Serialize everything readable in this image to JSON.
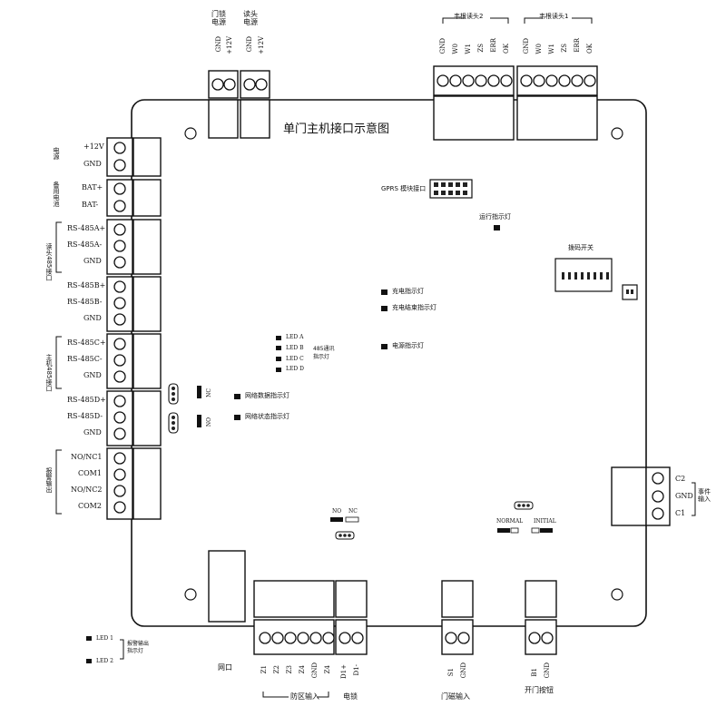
{
  "title": "单门主机接口示意图",
  "top_connectors": {
    "lock_power": {
      "group": "门锁\n电源",
      "pins": [
        "GND",
        "+12V"
      ]
    },
    "reader_power": {
      "group": "读头\n电源",
      "pins": [
        "GND",
        "+12V"
      ]
    },
    "wiegand_2": {
      "group": "韦根读头2",
      "pins": [
        "GND",
        "W0",
        "W1",
        "ZS",
        "ERR",
        "OK"
      ]
    },
    "wiegand_1": {
      "group": "韦根读头1",
      "pins": [
        "GND",
        "W0",
        "W1",
        "ZS",
        "ERR",
        "OK"
      ]
    }
  },
  "left_connectors": {
    "power": {
      "group": "电源",
      "pins": [
        "+12V",
        "GND"
      ]
    },
    "battery": {
      "group": "备用电池",
      "pins": [
        "BAT+",
        "BAT-"
      ]
    },
    "rs485_ab": {
      "group": "读头485接口",
      "pins": [
        "RS-485A+",
        "RS-485A-",
        "GND",
        "RS-485B+",
        "RS-485B-",
        "GND"
      ]
    },
    "rs485_cd": {
      "group": "主机485接口",
      "pins": [
        "RS-485C+",
        "RS-485C-",
        "GND",
        "RS-485D+",
        "RS-485D-",
        "GND"
      ]
    },
    "relay": {
      "group": "报警输出",
      "pins": [
        "NO/NC1",
        "COM1",
        "NO/NC2",
        "COM2"
      ]
    }
  },
  "right_connector": {
    "group": "事件输入",
    "pins": [
      "C2",
      "GND",
      "C1"
    ]
  },
  "bottom_connectors": {
    "network": {
      "label": "网口"
    },
    "zones": {
      "group": "防区输入",
      "pins": [
        "Z1",
        "Z2",
        "Z3",
        "Z4",
        "GND",
        "Z4"
      ]
    },
    "lock": {
      "group": "电锁",
      "pins": [
        "D1+",
        "D1-"
      ]
    },
    "door_sensor": {
      "group": "门磁输入",
      "pins": [
        "S1",
        "GND"
      ]
    },
    "exit_button": {
      "group": "开门按钮",
      "pins": [
        "B1",
        "GND"
      ]
    }
  },
  "board_labels": {
    "gprs": "GPRS 模块接口",
    "run_led": "运行指示灯",
    "dip": "拨码开关",
    "charge_led": "充电指示灯",
    "charge_done_led": "充电结束指示灯",
    "power_led": "电源指示灯",
    "led_a": "LED A",
    "led_b": "LED B",
    "led_c": "LED C",
    "led_d": "LED D",
    "comm_485": "485通讯\n指示灯",
    "net_data_led": "网络数据指示灯",
    "net_status_led": "网络状态指示灯",
    "jumper_nc": "NC",
    "jumper_no": "NO",
    "normal": "NORMAL",
    "initial": "INITIAL",
    "led1": "LED 1",
    "led2": "LED 2",
    "alarm_led": "报警输出\n指示灯"
  }
}
